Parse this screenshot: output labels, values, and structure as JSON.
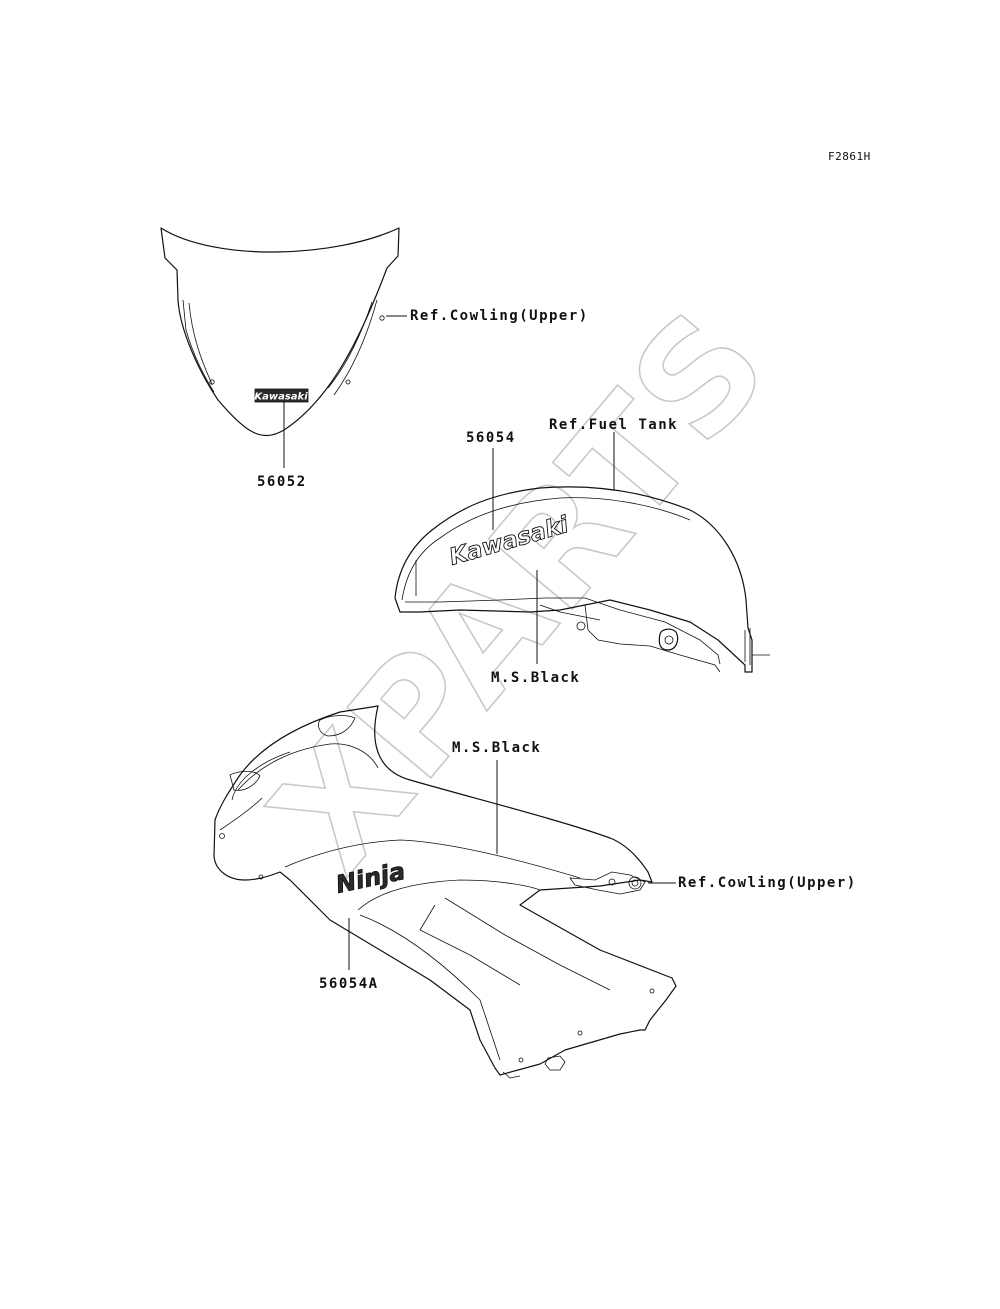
{
  "figure_code": "F2861H",
  "watermark": "XPARTS",
  "labels": {
    "windshield_ref": "Ref.Cowling(Upper)",
    "windshield_part": "56052",
    "windshield_decal_text": "Kawasaki",
    "tank_part": "56054",
    "tank_ref": "Ref.Fuel Tank",
    "tank_color": "M.S.Black",
    "tank_decal_text": "Kawasaki",
    "cowl_color": "M.S.Black",
    "cowl_ref": "Ref.Cowling(Upper)",
    "cowl_part": "56054A",
    "cowl_decal_text": "Ninja"
  }
}
